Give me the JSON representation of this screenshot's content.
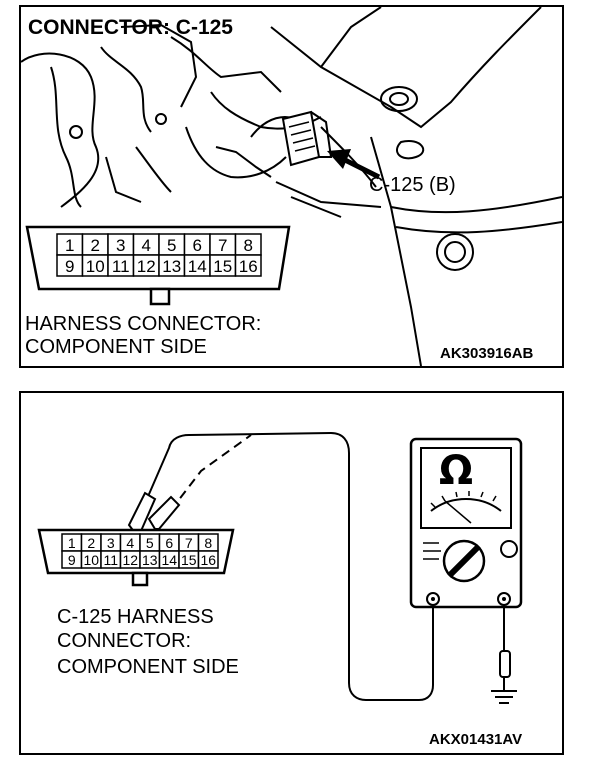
{
  "top_panel": {
    "title": "CONNECTOR: C-125",
    "callout": "C-125 (B)",
    "connector_label_line1": "HARNESS CONNECTOR:",
    "connector_label_line2": "COMPONENT SIDE",
    "figure_code": "AK303916AB",
    "pins_top": [
      "1",
      "2",
      "3",
      "4",
      "5",
      "6",
      "7",
      "8"
    ],
    "pins_bottom": [
      "9",
      "10",
      "11",
      "12",
      "13",
      "14",
      "15",
      "16"
    ]
  },
  "bottom_panel": {
    "label_line1": "C-125 HARNESS",
    "label_line2": "CONNECTOR:",
    "label_line3": "COMPONENT SIDE",
    "meter_symbol": "Ω",
    "figure_code": "AKX01431AV",
    "pins_top": [
      "1",
      "2",
      "3",
      "4",
      "5",
      "6",
      "7",
      "8"
    ],
    "pins_bottom": [
      "9",
      "10",
      "11",
      "12",
      "13",
      "14",
      "15",
      "16"
    ]
  }
}
